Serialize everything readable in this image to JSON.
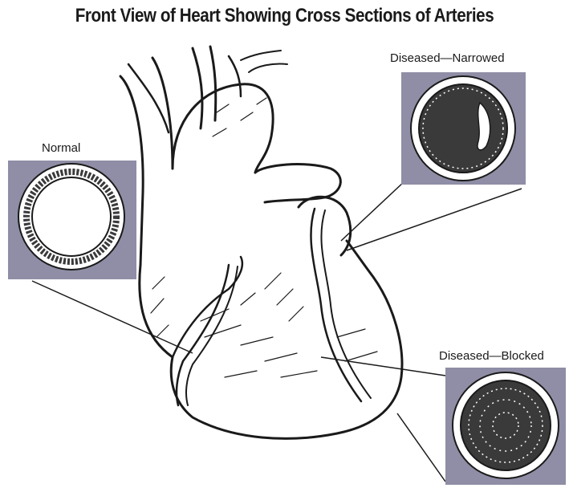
{
  "title": "Front View of Heart Showing Cross Sections of Arteries",
  "panels": {
    "normal": {
      "label": "Normal"
    },
    "narrowed": {
      "label": "Diseased—Narrowed"
    },
    "blocked": {
      "label": "Diseased—Blocked"
    }
  },
  "colors": {
    "panel_fill": "#8f8ea6",
    "ink": "#1a1a1a",
    "paper": "#ffffff",
    "plaque": "#3a3a3a"
  }
}
